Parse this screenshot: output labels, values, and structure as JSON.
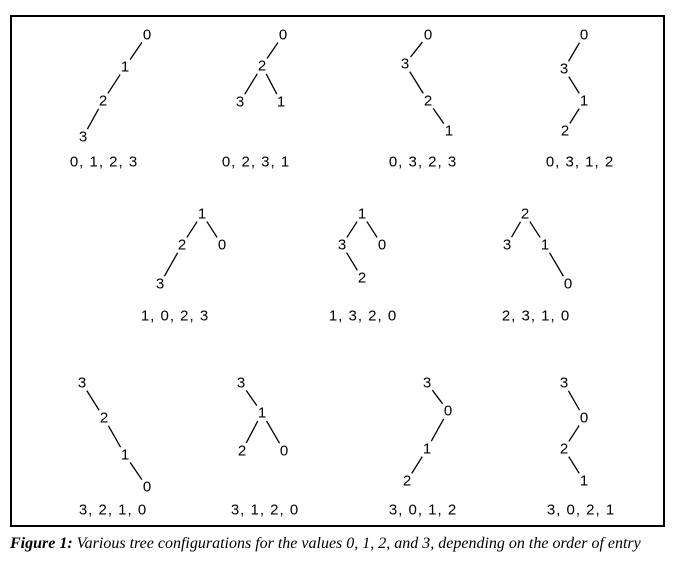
{
  "trees": [
    {
      "sequence": "0, 1, 2, 3",
      "nodes": [
        "0",
        "1",
        "2",
        "3"
      ]
    },
    {
      "sequence": "0, 2, 3, 1",
      "nodes": [
        "0",
        "2",
        "3",
        "1"
      ]
    },
    {
      "sequence": "0, 3, 2, 3",
      "nodes": [
        "0",
        "3",
        "2",
        "1"
      ]
    },
    {
      "sequence": "0, 3, 1, 2",
      "nodes": [
        "0",
        "3",
        "1",
        "2"
      ]
    },
    {
      "sequence": "1, 0, 2, 3",
      "nodes": [
        "1",
        "2",
        "0",
        "3"
      ]
    },
    {
      "sequence": "1, 3, 2, 0",
      "nodes": [
        "1",
        "3",
        "0",
        "2"
      ]
    },
    {
      "sequence": "2, 3, 1, 0",
      "nodes": [
        "2",
        "3",
        "1",
        "0"
      ]
    },
    {
      "sequence": "3, 2, 1, 0",
      "nodes": [
        "3",
        "2",
        "1",
        "0"
      ]
    },
    {
      "sequence": "3, 1, 2, 0",
      "nodes": [
        "3",
        "1",
        "2",
        "0"
      ]
    },
    {
      "sequence": "3, 0, 1, 2",
      "nodes": [
        "3",
        "0",
        "1",
        "2"
      ]
    },
    {
      "sequence": "3, 0, 2, 1",
      "nodes": [
        "3",
        "0",
        "2",
        "1"
      ]
    }
  ],
  "caption": {
    "lead": "Figure 1:",
    "text": "Various tree configurations for the values 0, 1, 2, and 3, depending on the order of entry"
  }
}
